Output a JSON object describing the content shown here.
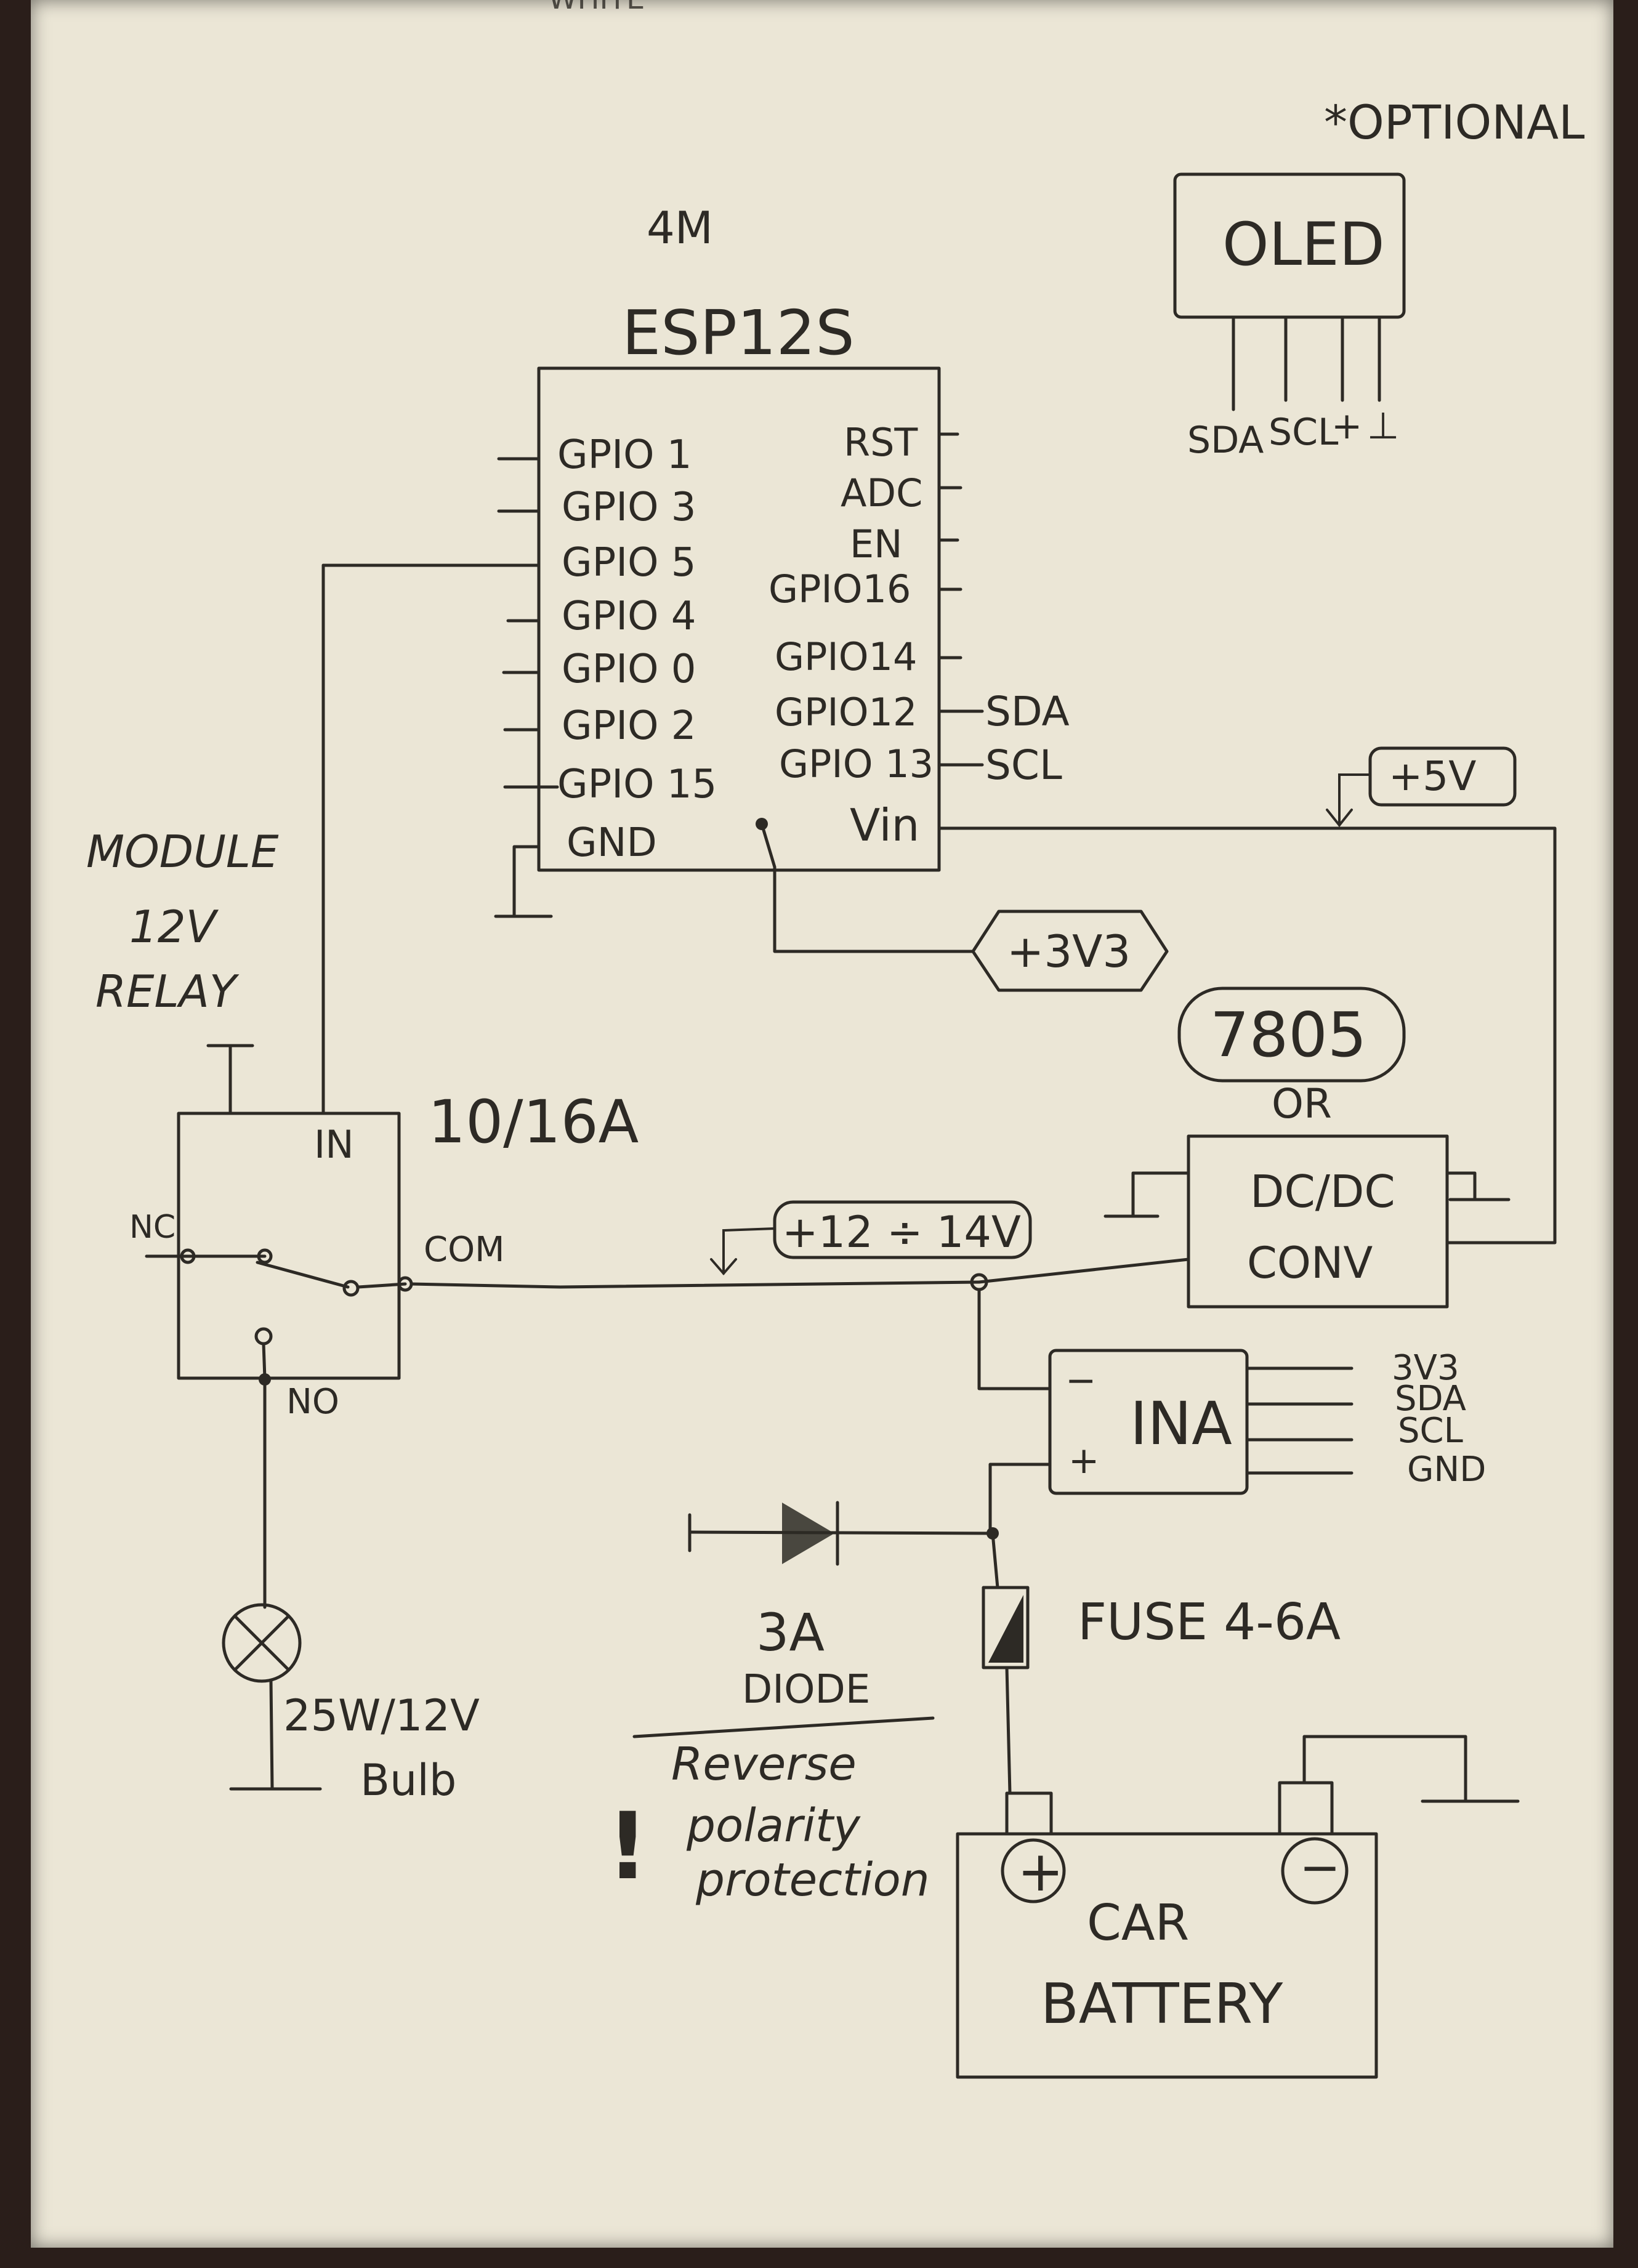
{
  "top_fragment": "WHITE",
  "optional_note": "*OPTIONAL",
  "oled": {
    "label": "OLED",
    "pins": [
      "SDA",
      "SCL",
      "+",
      "⊥"
    ]
  },
  "esp": {
    "memory": "4M",
    "title": "ESP12S",
    "left_pins": [
      "GPIO 1",
      "GPIO 3",
      "GPIO 5",
      "GPIO 4",
      "GPIO 0",
      "GPIO 2",
      "GPIO 15",
      "GND"
    ],
    "right_pins": [
      "RST",
      "ADC",
      "EN",
      "GPIO16",
      "GPIO14",
      "GPIO12",
      "GPIO 13",
      "Vin"
    ],
    "sda_label": "SDA",
    "scl_label": "SCL"
  },
  "rails": {
    "v5": "+5V",
    "v3v3": "+3V3",
    "v12": "+12 ÷ 14V"
  },
  "relay": {
    "title_line1": "MODULE",
    "title_line2": "12V",
    "title_line3": "RELAY",
    "rating": "10/16A",
    "in_label": "IN",
    "nc_label": "NC",
    "com_label": "COM",
    "no_label": "NO"
  },
  "regulator": {
    "chip": "7805",
    "or_label": "OR",
    "dcdc_line1": "DC/DC",
    "dcdc_line2": "CONV"
  },
  "ina": {
    "label": "INA",
    "minus": "−",
    "plus": "+",
    "pins": [
      "3V3",
      "SDA",
      "SCL",
      "GND"
    ]
  },
  "fuse_label": "FUSE  4-6A",
  "diode": {
    "rating": "3A",
    "label": "DIODE"
  },
  "protection_note": {
    "mark": "!",
    "line1": "Reverse",
    "line2": "polarity",
    "line3": "protection"
  },
  "bulb": {
    "line1": "25W/12V",
    "line2": "Bulb"
  },
  "battery": {
    "plus": "+",
    "minus": "−",
    "line1": "CAR",
    "line2": "BATTERY"
  }
}
